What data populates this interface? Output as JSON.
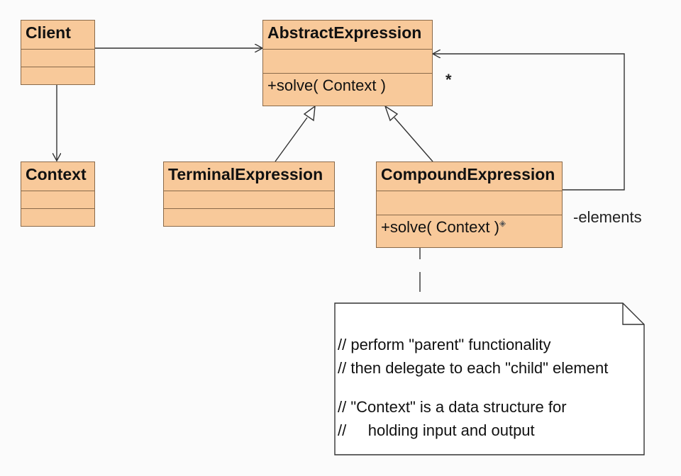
{
  "classes": {
    "client": {
      "name": "Client"
    },
    "abstract_expression": {
      "name": "AbstractExpression",
      "operation": "+solve( Context )"
    },
    "context": {
      "name": "Context"
    },
    "terminal_expression": {
      "name": "TerminalExpression"
    },
    "compound_expression": {
      "name": "CompoundExpression",
      "operation": "+solve( Context )"
    }
  },
  "association": {
    "multiplicity": "*",
    "role": "-elements"
  },
  "note": {
    "lines": [
      "// perform \"parent\" functionality",
      "// then delegate to each \"child\" element",
      "// \"Context\" is a data structure for",
      "//     holding input and output"
    ]
  },
  "colors": {
    "class_fill": "#f8c99a",
    "class_border": "#8a6a4a",
    "background": "#fbfbfb"
  }
}
